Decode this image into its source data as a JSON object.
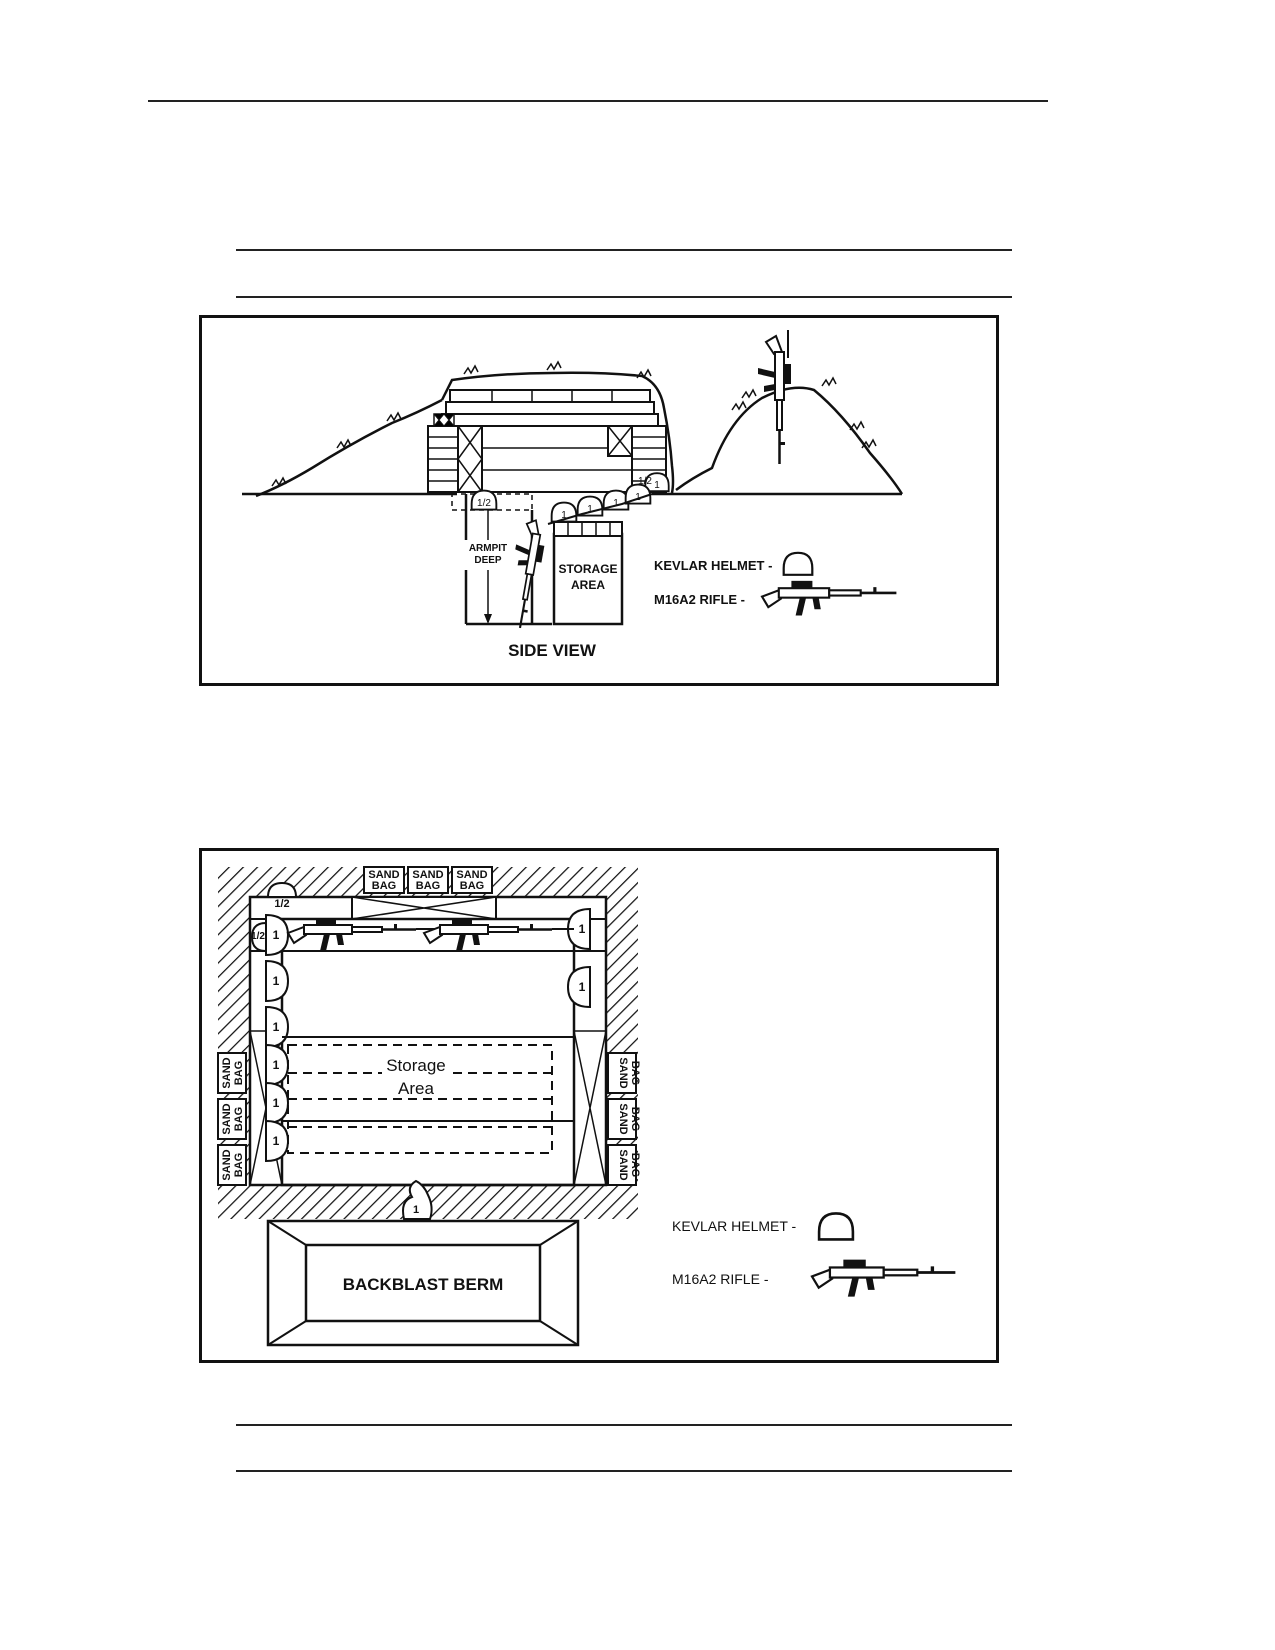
{
  "side_view": {
    "caption": "SIDE VIEW",
    "armpit_label": [
      "ARMPIT",
      "DEEP"
    ],
    "storage_label": [
      "STORAGE",
      "AREA"
    ],
    "helmet_marks": [
      "1/2",
      "1",
      "1",
      "1",
      "1",
      "1/2",
      "1"
    ],
    "legend": {
      "helmet": "KEVLAR HELMET -",
      "rifle": "M16A2 RIFLE -"
    }
  },
  "top_view": {
    "sandbag_label": [
      "SAND",
      "BAG"
    ],
    "storage_label": [
      "Storage",
      "Area"
    ],
    "helmet_marks": {
      "half": "1/2",
      "one": "1"
    },
    "berm_label": "BACKBLAST BERM",
    "legend": {
      "helmet": "KEVLAR HELMET -",
      "rifle": "M16A2 RIFLE -"
    }
  },
  "colors": {
    "ink": "#111111",
    "paper": "#ffffff"
  }
}
